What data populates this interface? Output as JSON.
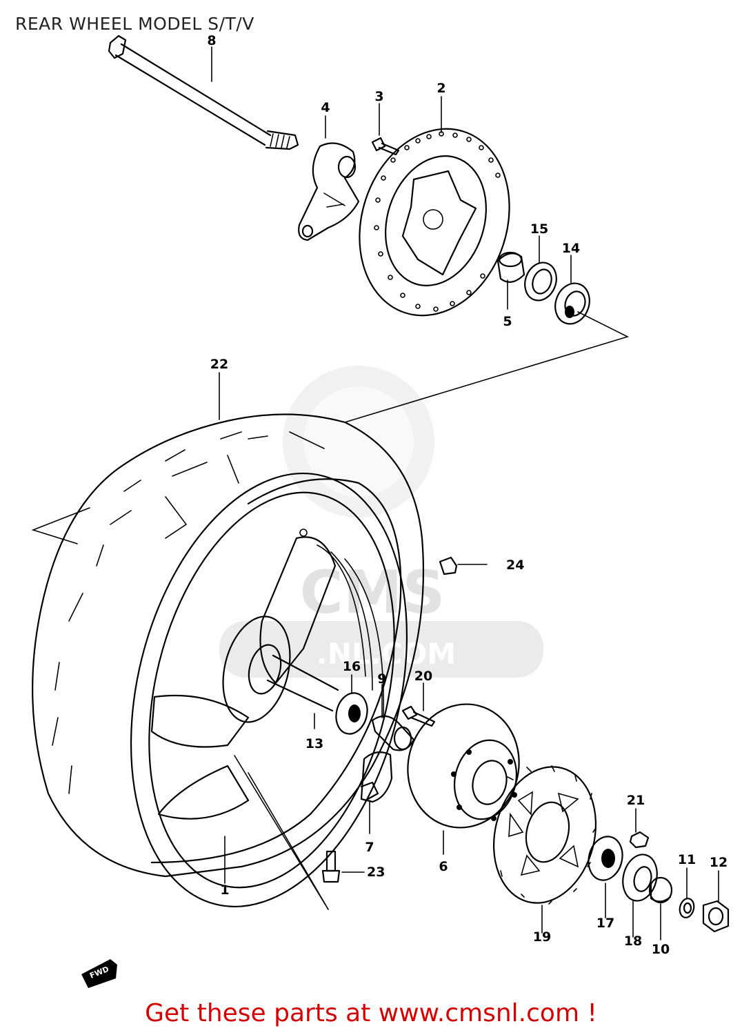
{
  "title": "REAR WHEEL MODEL S/T/V",
  "footer": {
    "text": "Get these parts at www.cmsnl.com !",
    "color": "#d40000"
  },
  "watermark": {
    "lines": [
      "CMS",
      ".NL.COM"
    ]
  },
  "fwd_badge": "FWD",
  "callouts": [
    {
      "id": "1",
      "label": "1"
    },
    {
      "id": "2",
      "label": "2"
    },
    {
      "id": "3",
      "label": "3"
    },
    {
      "id": "4",
      "label": "4"
    },
    {
      "id": "5",
      "label": "5"
    },
    {
      "id": "6",
      "label": "6"
    },
    {
      "id": "7",
      "label": "7"
    },
    {
      "id": "8",
      "label": "8"
    },
    {
      "id": "9",
      "label": "9"
    },
    {
      "id": "10",
      "label": "10"
    },
    {
      "id": "11",
      "label": "11"
    },
    {
      "id": "12",
      "label": "12"
    },
    {
      "id": "13",
      "label": "13"
    },
    {
      "id": "14",
      "label": "14"
    },
    {
      "id": "15",
      "label": "15"
    },
    {
      "id": "16",
      "label": "16"
    },
    {
      "id": "17",
      "label": "17"
    },
    {
      "id": "18",
      "label": "18"
    },
    {
      "id": "19",
      "label": "19"
    },
    {
      "id": "20",
      "label": "20"
    },
    {
      "id": "21",
      "label": "21"
    },
    {
      "id": "22",
      "label": "22"
    },
    {
      "id": "23",
      "label": "23"
    },
    {
      "id": "24",
      "label": "24"
    }
  ]
}
